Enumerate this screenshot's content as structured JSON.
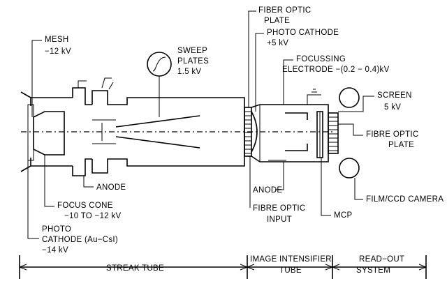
{
  "labels": {
    "mesh": "MESH",
    "mesh_v": "−12 kV",
    "sweep": "SWEEP",
    "sweep2": "PLATES",
    "sweep_v": "1.5 kV",
    "fiber_top1": "FIBER OPTIC",
    "fiber_top2": "PLATE",
    "photo_cath1": "PHOTO CATHODE",
    "photo_cath_v": "+5 kV",
    "focussing1": "FOCUSSING",
    "focussing2": "ELECTRODE −(0.2 − 0.4)kV",
    "screen1": "SCREEN",
    "screen_v": "5 kV",
    "fibre_r1": "FIBRE OPTIC",
    "fibre_r2": "PLATE",
    "film": "FILM/CCD CAMERA",
    "anode_left": "ANODE",
    "focus_cone1": "FOCUS CONE",
    "focus_cone2": "−10 TO −12 kV",
    "photo_left1": "PHOTO",
    "photo_left2": "CATHODE (Au−CsI)",
    "photo_left3": "−14 kV",
    "anode_right": "ANODE",
    "fibre_input1": "FIBRE OPTIC",
    "fibre_input2": "INPUT",
    "mcp": "MCP",
    "sec_streak": "STREAK TUBE",
    "sec_image1": "IMAGE INTENSIFIER",
    "sec_image2": "TUBE",
    "sec_read1": "READ−OUT",
    "sec_read2": "SYSTEM"
  }
}
